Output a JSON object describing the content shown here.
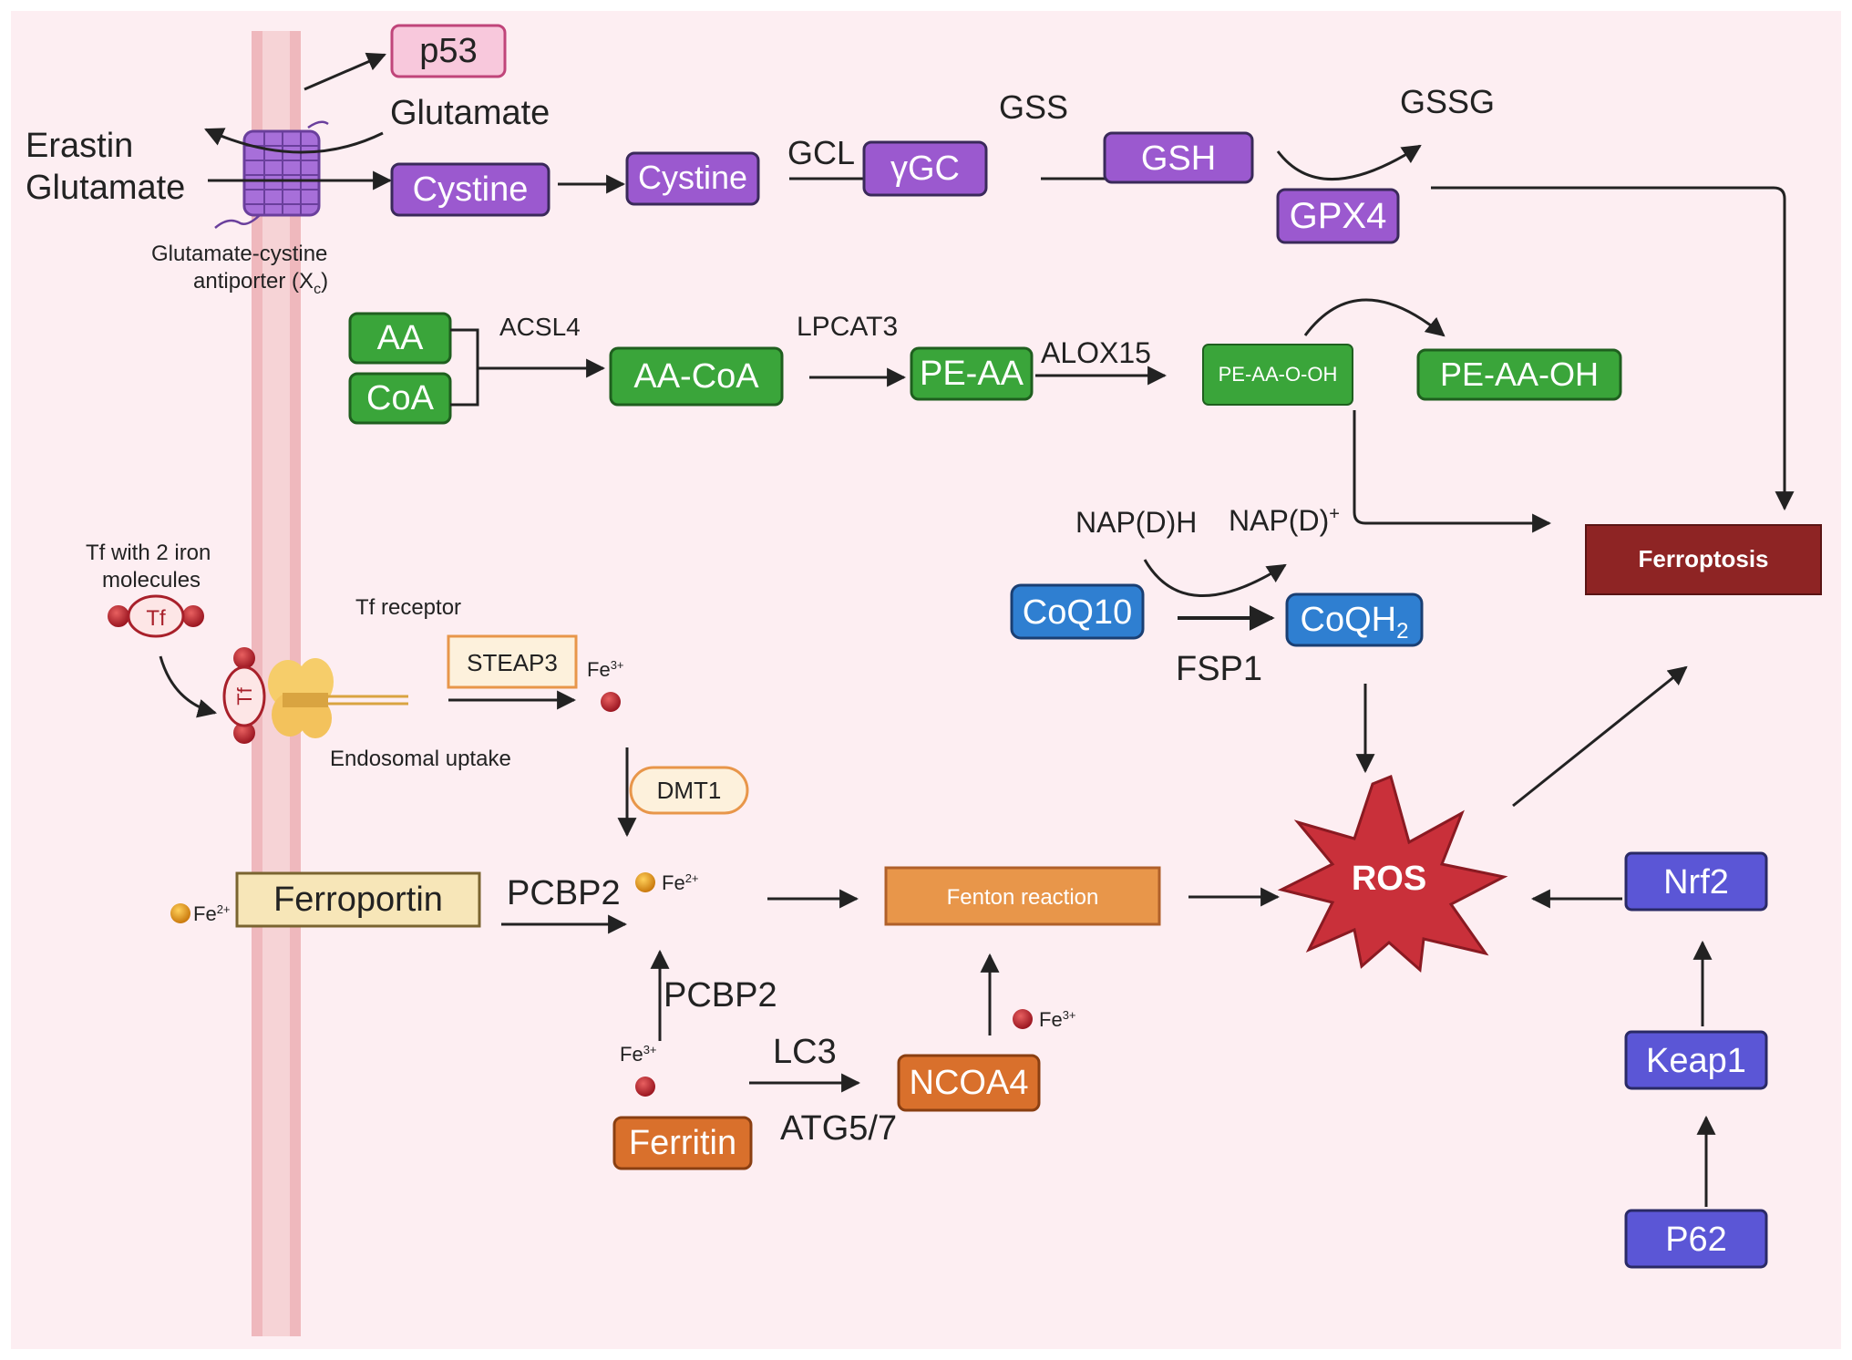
{
  "colors": {
    "background": "#fdeef2",
    "membrane": "#f3c4c8",
    "purple": "#9b59cf",
    "purple_border": "#3a2a5a",
    "green": "#3aa53a",
    "green_border": "#1f5f1f",
    "blue": "#2f7fd1",
    "indigo": "#5b56d6",
    "orange": "#d9702c",
    "fenton": "#e8964a",
    "ferroptosis": "#8e2424",
    "ros": "#c9303a",
    "iron3": "#b51f2a",
    "iron2": "#e0961a",
    "p53_fill": "#f8c8dc",
    "p53_border": "#c0457a"
  },
  "labels": {
    "erastin": "Erastin",
    "glutamate_left": "Glutamate",
    "glutamate_top": "Glutamate",
    "antiporter_line1": "Glutamate-cystine",
    "antiporter_line2": "antiporter (X",
    "antiporter_sub": "c",
    "antiporter_close": ")",
    "p53": "p53",
    "cystine1": "Cystine",
    "cystine2": "Cystine",
    "gcl": "GCL",
    "ygc": "γGC",
    "gss": "GSS",
    "gsh": "GSH",
    "gssg": "GSSG",
    "gpx4": "GPX4",
    "aa": "AA",
    "coa": "CoA",
    "acsl4": "ACSL4",
    "aacoa": "AA-CoA",
    "lpcat3": "LPCAT3",
    "peaa": "PE-AA",
    "alox15": "ALOX15",
    "peaaooh": "PE-AA-O-OH",
    "peaaoh": "PE-AA-OH",
    "ferroptosis": "Ferroptosis",
    "napdh": "NAP(D)H",
    "napd": "NAP(D)",
    "napd_sup": "+",
    "coq10": "CoQ10",
    "coqh2": "CoQH",
    "coqh2_sub": "2",
    "fsp1": "FSP1",
    "tf_iron_line1": "Tf with 2 iron",
    "tf_iron_line2": "molecules",
    "tf": "Tf",
    "tf_receptor": "Tf  receptor",
    "steap3": "STEAP3",
    "fe": "Fe",
    "fe3_sup": "3+",
    "fe2_sup": "2+",
    "endosomal": "Endosomal uptake",
    "dmt1": "DMT1",
    "ferroportin": "Ferroportin",
    "pcbp2_top": "PCBP2",
    "pcbp2_bottom": "PCBP2",
    "fenton": "Fenton reaction",
    "ros": "ROS",
    "nrf2": "Nrf2",
    "keap1": "Keap1",
    "p62": "P62",
    "lc3": "LC3",
    "atg": "ATG5/7",
    "ncoa4": "NCOA4",
    "ferritin": "Ferritin"
  }
}
